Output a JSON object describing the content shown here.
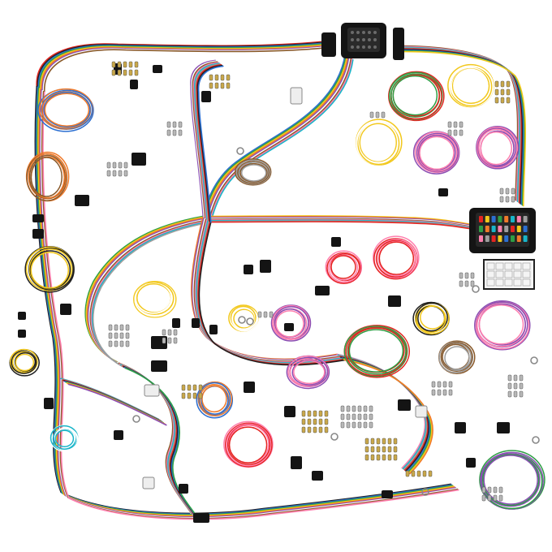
{
  "palette": {
    "background": "#ffffff",
    "wire_colors": [
      "#e52521",
      "#1f1f1f",
      "#2c6fd1",
      "#2e9e44",
      "#f2c81c",
      "#f07a2a",
      "#8a4fb3",
      "#ffffff",
      "#8a5a2b",
      "#ff7fae",
      "#19b5c9",
      "#9e9e9e"
    ],
    "connector_black": "#141414",
    "connector_white": "#eeeeee",
    "fuse_colors": [
      "#e52521",
      "#f2c81c",
      "#2c6fd1",
      "#2e9e44",
      "#f07a2a",
      "#19b5c9",
      "#ff7fae",
      "#9e9e9e"
    ]
  },
  "objects": {
    "bulkhead_connector": "black-multi-pin-bulkhead-connector",
    "fuse_box": "black-fuse-panel-with-blade-fuses",
    "fuse_label_card": "white-fuse-label-card",
    "harness": "main-color-coded-wire-harness",
    "coils": "coiled-wire-bundles",
    "loose_connectors": "assorted-plug-connectors",
    "terminals": "loose-crimp-terminals-and-ring-lugs"
  }
}
